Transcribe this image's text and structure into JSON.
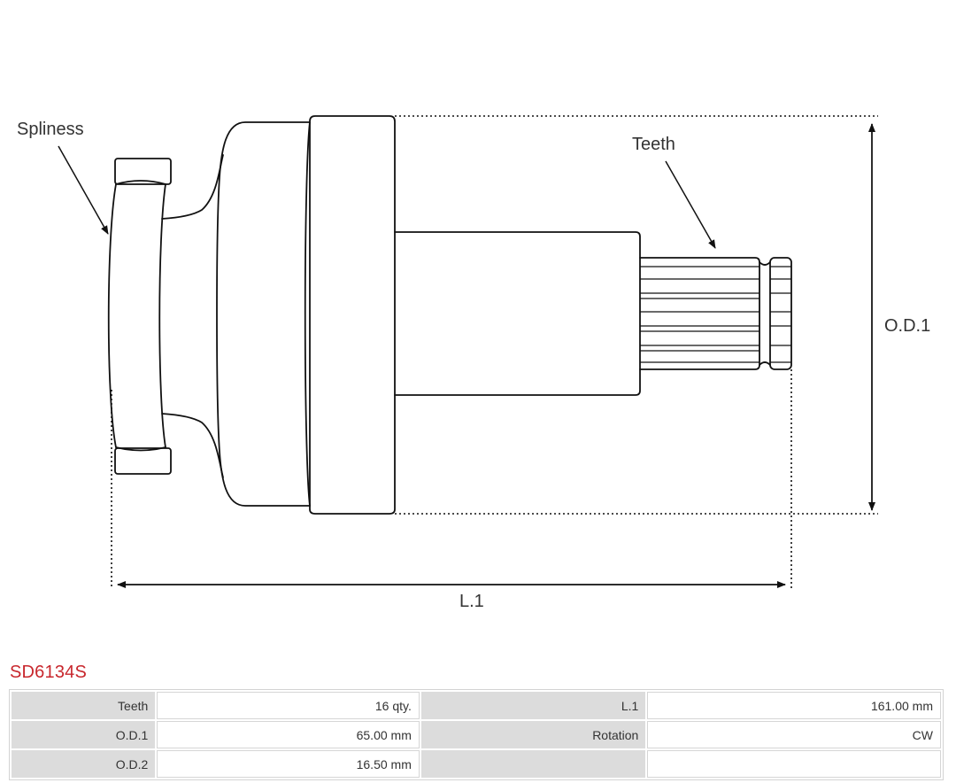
{
  "diagram": {
    "labels": {
      "spliness": "Spliness",
      "teeth": "Teeth",
      "od1": "O.D.1",
      "l1": "L.1"
    }
  },
  "product": {
    "code": "SD6134S"
  },
  "specs": [
    {
      "key": "Teeth",
      "value": "16 qty.",
      "key2": "L.1",
      "value2": "161.00 mm"
    },
    {
      "key": "O.D.1",
      "value": "65.00 mm",
      "key2": "Rotation",
      "value2": "CW"
    },
    {
      "key": "O.D.2",
      "value": "16.50 mm",
      "key2": "",
      "value2": ""
    }
  ],
  "colors": {
    "line": "#111111",
    "code_red": "#c8272d",
    "label_cell": "#dcdcdc"
  }
}
